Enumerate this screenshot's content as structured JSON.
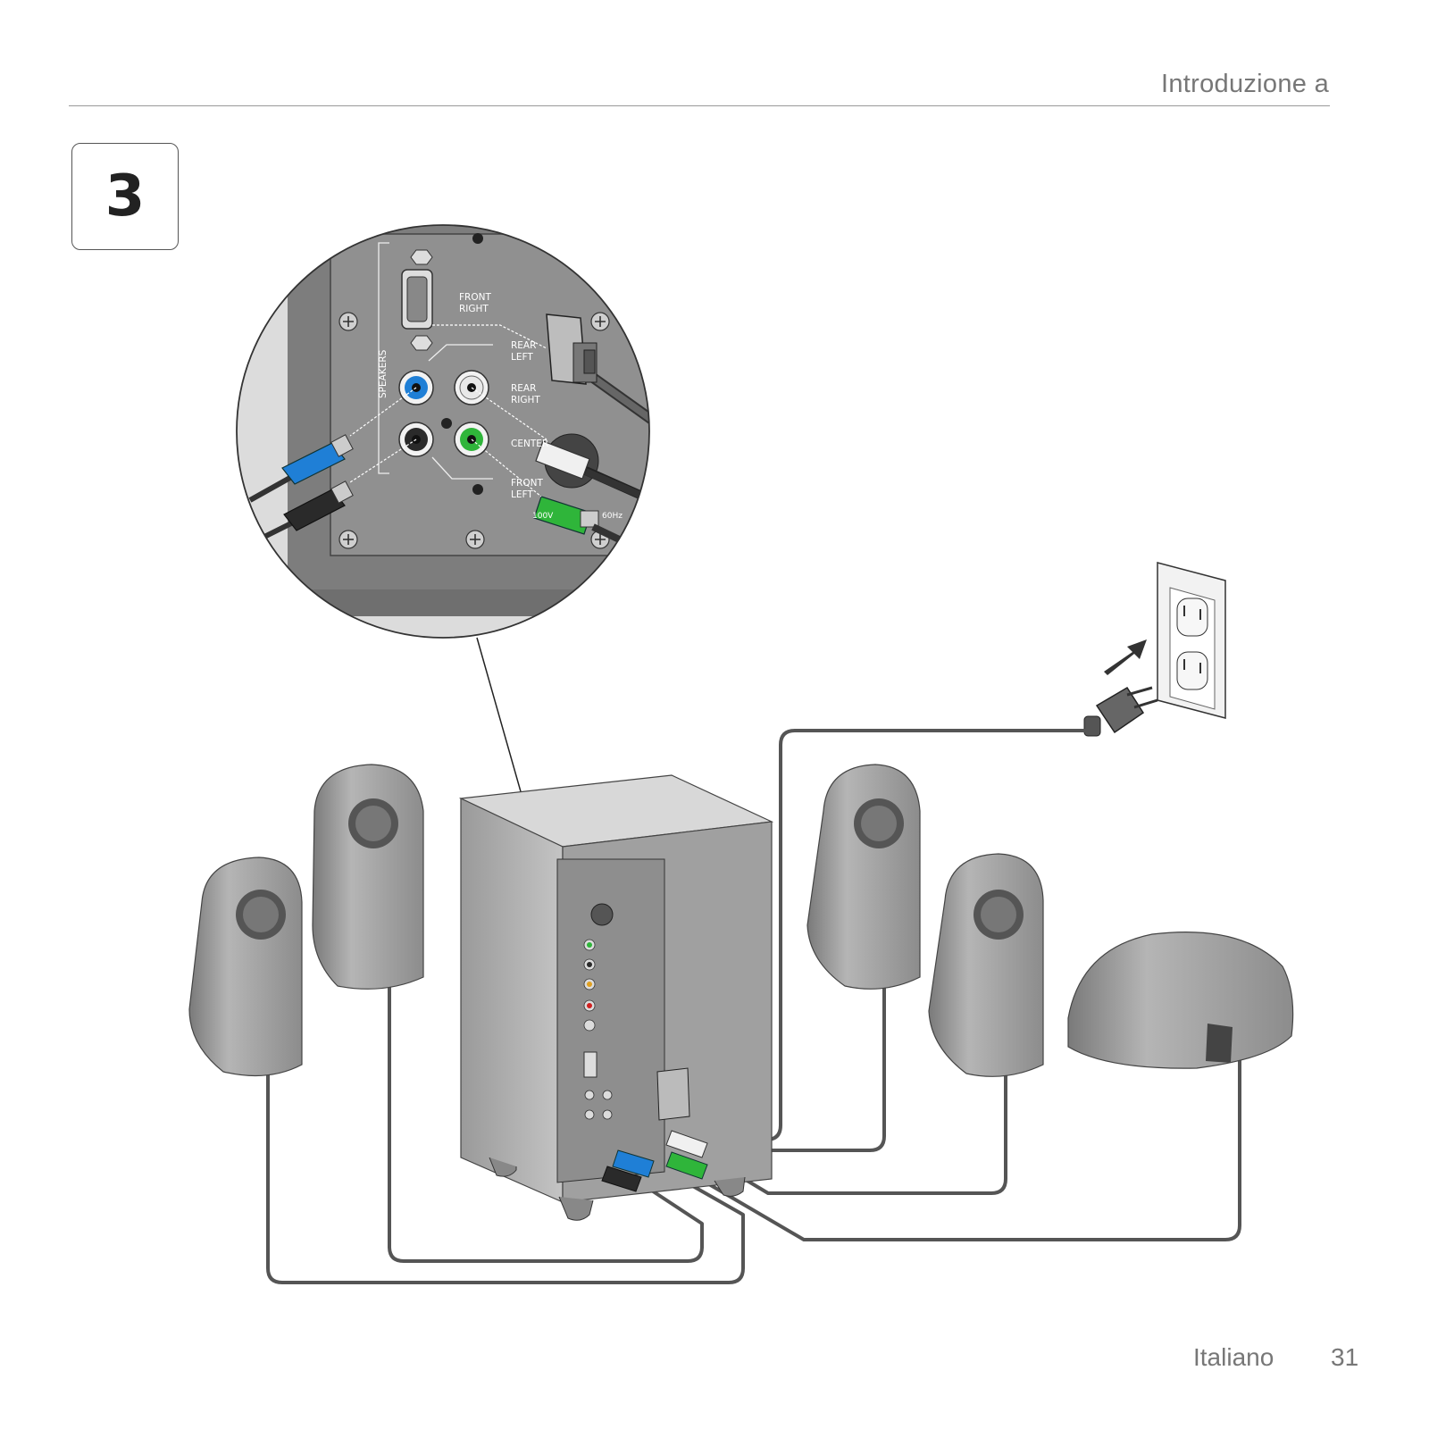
{
  "header": {
    "title": "Introduzione a"
  },
  "step": {
    "number": "3"
  },
  "zoom_panel": {
    "group_label": "SPEAKERS",
    "front_right": "FRONT\nRIGHT",
    "rear_left": "REAR\nLEFT",
    "rear_right": "REAR\nRIGHT",
    "center": "CENTER",
    "front_left": "FRONT\nLEFT",
    "voltage": "100V",
    "frequency": "60Hz"
  },
  "colors": {
    "rear_left_jack": "#1f7fd6",
    "center_jack": "#2fb53a",
    "front_left_jack": "#2a2a2a",
    "rear_right_jack": "#e8e8e8",
    "panel_gray": "#8e8e8e"
  },
  "footer": {
    "language": "Italiano",
    "page_number": "31"
  }
}
